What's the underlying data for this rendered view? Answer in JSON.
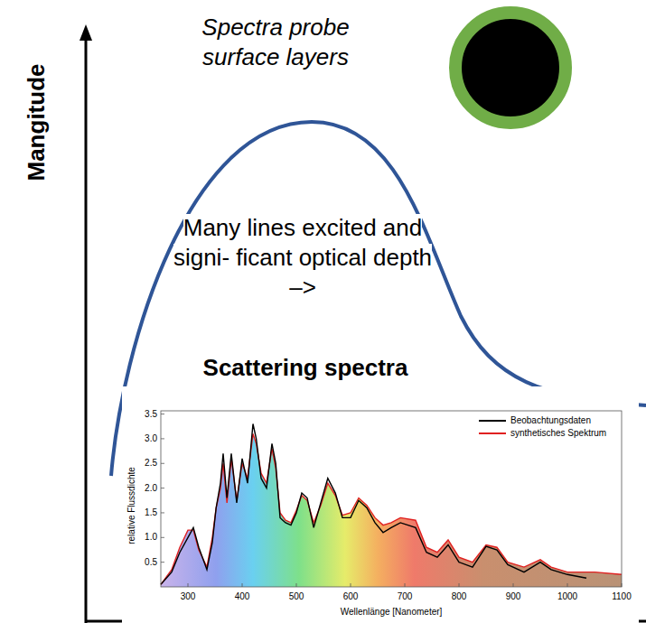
{
  "diagram": {
    "labels": [
      "Mangitude",
      "Spectra probe surface layers",
      "Many lines excited and signi- ficant optical depth –>",
      "Scattering spectra",
      "relative Flussdichte",
      "Wellenlänge [Nanometer]",
      "3.5",
      "3.0",
      "2.5",
      "2.0",
      "1.5",
      "1.0",
      "0.5",
      "300",
      "400",
      "500",
      "600",
      "700",
      "800",
      "900",
      "1000",
      "1100"
    ],
    "legend": [
      {
        "text": "Beobachtungsdaten"
      },
      {
        "text": "synthetisches Spektrum"
      }
    ]
  }
}
